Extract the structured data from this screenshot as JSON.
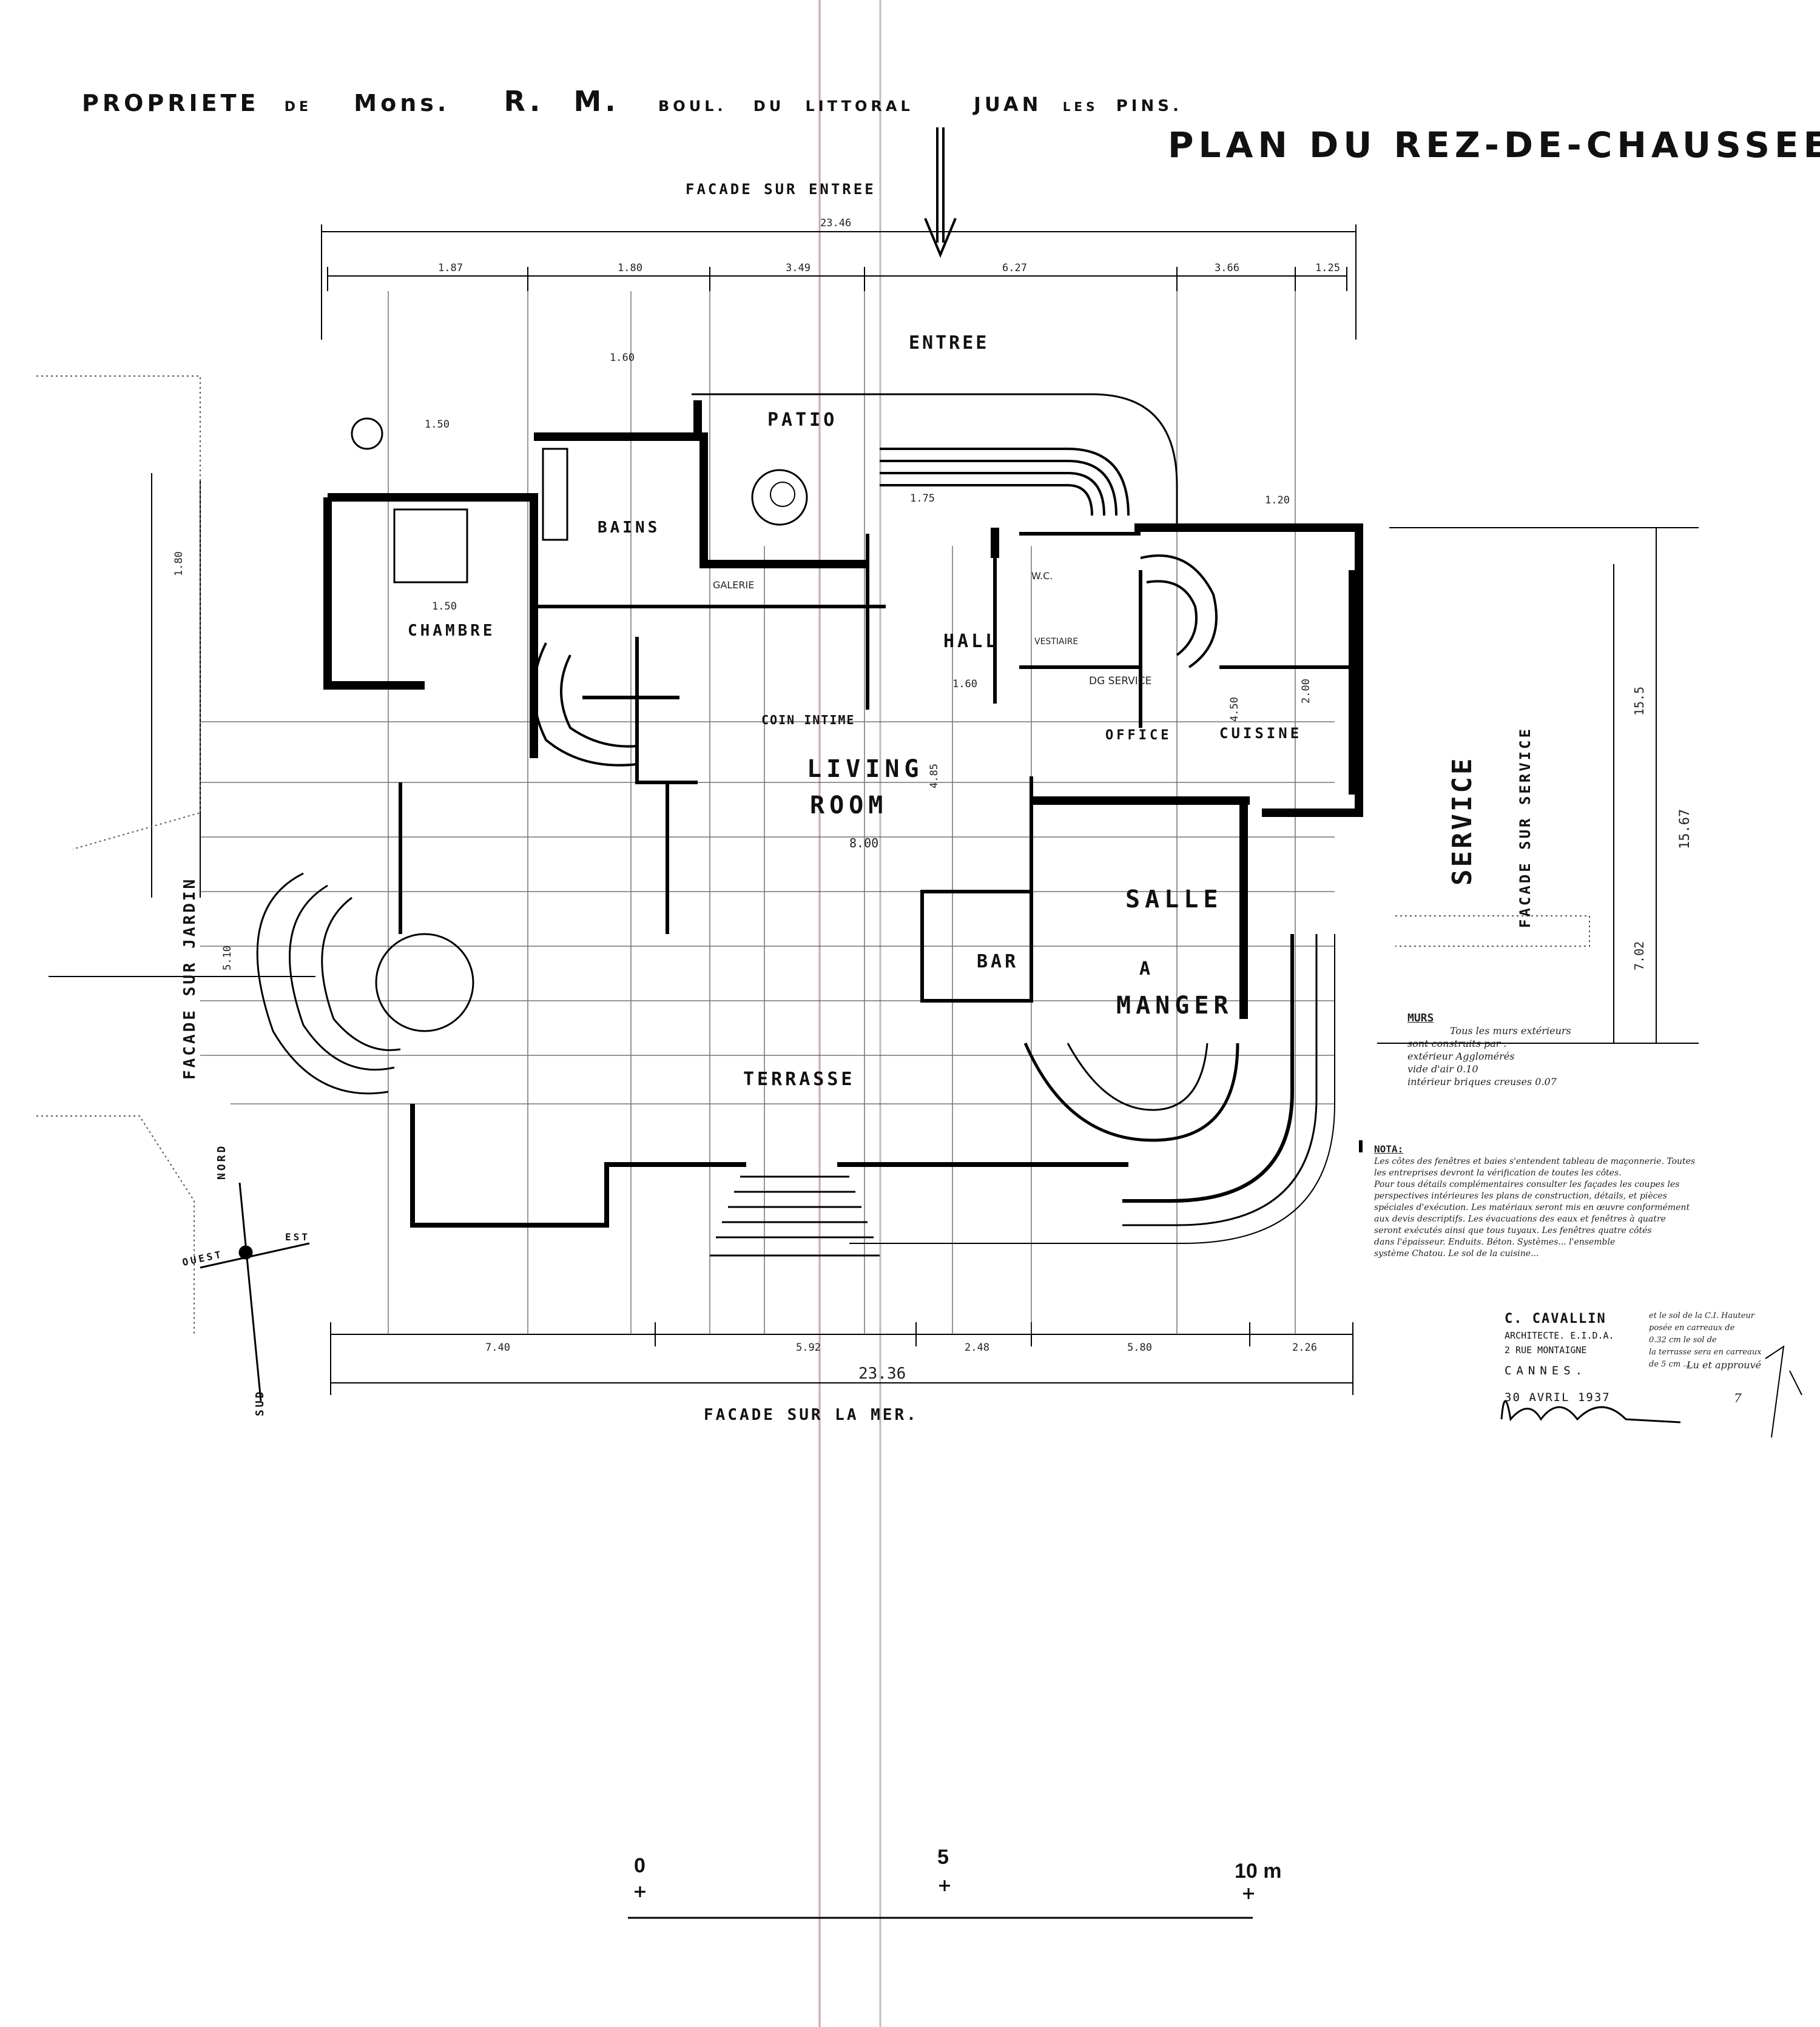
{
  "header": {
    "owner_line": [
      "PROPRIETE",
      "DE",
      "Mons.",
      "R.",
      "M.",
      "BOUL.",
      "DU",
      "LITTORAL",
      "JUAN",
      "LES",
      "PINS."
    ],
    "plan_title": "PLAN DU REZ-DE-CHAUSSEE."
  },
  "facades": {
    "top": "FACADE SUR ENTREE",
    "bottom": "FACADE SUR LA MER.",
    "left": "FACADE SUR JARDIN",
    "right": "FACADE SUR SERVICE"
  },
  "entry_label": "ENTREE",
  "service_vertical": "SERVICE",
  "rooms": {
    "patio": "PATIO",
    "bains": "BAINS",
    "chambre": "CHAMBRE",
    "hall": "HALL",
    "coin_intime": "COIN INTIME",
    "living_1": "LIVING",
    "living_2": "ROOM",
    "office": "OFFICE",
    "cuisine": "CUISINE",
    "salle_1": "SALLE",
    "salle_2": "A",
    "salle_3": "MANGER",
    "bar": "BAR",
    "terrasse": "TERRASSE",
    "dg_service": "DG SERVICE",
    "vestiaire": "VESTIAIRE",
    "wc": "W.C.",
    "galerie": "GALERIE"
  },
  "dimensions": {
    "top_total": "23.46",
    "top_parts": [
      "1.87",
      "1.80",
      "3.49",
      "6.27",
      "3.66",
      "1.25"
    ],
    "bottom_total": "23.36",
    "bottom_parts": [
      "7.40",
      "5.92",
      "2.48",
      "5.80",
      "2.26"
    ],
    "right_total": "15.67",
    "right_parts": [
      "7.02",
      "15.5"
    ],
    "living_width": "8.00",
    "misc": [
      "1.50",
      "1.60",
      "1.50",
      "1.75",
      "1.20",
      "4.50",
      "2.00",
      "4.85",
      "1.60",
      "5.10",
      "1.80"
    ]
  },
  "compass": {
    "nord": "NORD",
    "sud": "SUD",
    "est": "EST",
    "ouest": "OUEST"
  },
  "murs_note": {
    "heading": "MURS",
    "lines": [
      "Tous les murs extérieurs",
      "sont construits par :",
      "extérieur Agglomérés",
      "vide d'air 0.10",
      "intérieur briques creuses 0.07"
    ]
  },
  "nota": {
    "heading": "NOTA:",
    "lines": [
      "Les côtes des fenêtres et baies s'entendent tableau de maçonnerie. Toutes",
      "les entreprises devront la vérification de toutes les côtes.",
      "Pour tous détails complémentaires consulter les façades les coupes les",
      "perspectives intérieures les plans de construction, détails, et pièces",
      "spéciales d'exécution. Les matériaux seront mis en œuvre conformément",
      "aux devis descriptifs. Les évacuations des eaux et fenêtres à quatre",
      "seront exécutés ainsi que tous tuyaux. Les fenêtres quatre côtés",
      "dans l'épaisseur. Enduits. Béton. Systèmes... l'ensemble",
      "système Chatou. Le sol de la cuisine..."
    ]
  },
  "architect": {
    "name": "C. CAVALLIN",
    "title": "ARCHITECTE. E.I.D.A.",
    "address": "2 RUE MONTAIGNE",
    "city": "CANNES.",
    "date": "30 AVRIL 1937",
    "side_notes": [
      "et le sol de la C.I. Hauteur",
      "posée en carreaux de",
      "0.32 cm le sol de",
      "la terrasse sera en carreaux",
      "de 5 cm ..."
    ],
    "approval": "Lu et approuvé",
    "page_no": "7"
  },
  "scale_bar": {
    "labels": [
      "0",
      "5",
      "10 m"
    ]
  }
}
